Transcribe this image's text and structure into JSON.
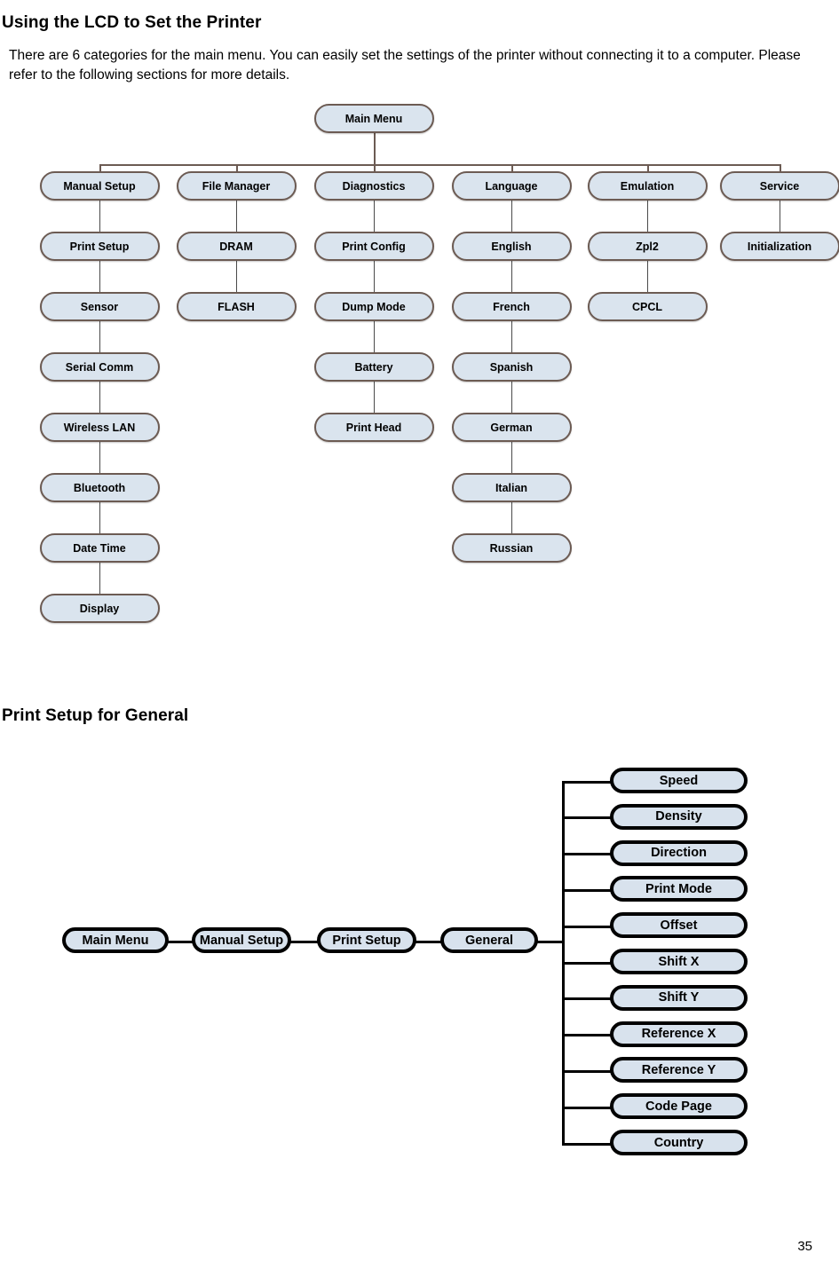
{
  "document": {
    "page_number": "35",
    "heading_1": "Using the LCD to Set the Printer",
    "paragraph_1": "There are 6 categories for the main menu. You can easily set the settings of the printer without connecting it to a computer. Please refer to the following sections for more details.",
    "heading_2": "Print Setup for General"
  },
  "colors": {
    "node_fill_a": "#dae4ee",
    "node_border_a": "#6c5b53",
    "node_fill_b": "#d8e2ed",
    "node_border_b": "#000000",
    "text": "#000000",
    "page_background": "#ffffff"
  },
  "diagram_main_menu": {
    "root": "Main Menu",
    "columns": [
      {
        "header": "Manual Setup",
        "children": [
          "Print Setup",
          "Sensor",
          "Serial Comm",
          "Wireless LAN",
          "Bluetooth",
          "Date Time",
          "Display"
        ]
      },
      {
        "header": "File Manager",
        "children": [
          "DRAM",
          "FLASH"
        ]
      },
      {
        "header": "Diagnostics",
        "children": [
          "Print Config",
          "Dump Mode",
          "Battery",
          "Print Head"
        ]
      },
      {
        "header": "Language",
        "children": [
          "English",
          "French",
          "Spanish",
          "German",
          "Italian",
          "Russian"
        ]
      },
      {
        "header": "Emulation",
        "children": [
          "Zpl2",
          "CPCL"
        ]
      },
      {
        "header": "Service",
        "children": [
          "Initialization"
        ]
      }
    ]
  },
  "diagram_print_setup": {
    "breadcrumb": [
      "Main Menu",
      "Manual Setup",
      "Print Setup",
      "General"
    ],
    "options": [
      "Speed",
      "Density",
      "Direction",
      "Print Mode",
      "Offset",
      "Shift X",
      "Shift Y",
      "Reference X",
      "Reference Y",
      "Code Page",
      "Country"
    ]
  }
}
